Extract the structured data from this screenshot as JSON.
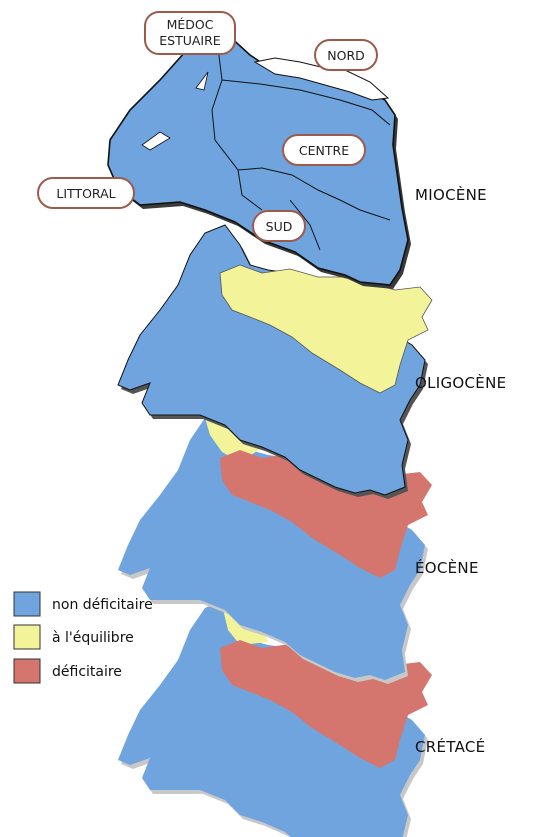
{
  "colors": {
    "non_deficitaire": "#6fa4de",
    "equilibre": "#f3f39a",
    "deficitaire": "#d4766d",
    "pill_border": "#9c5a4c",
    "outline": "#111111",
    "shadow": "#bdbdbd"
  },
  "zones": {
    "medoc_estuaire_line1": "MÉDOC",
    "medoc_estuaire_line2": "ESTUAIRE",
    "nord": "NORD",
    "centre": "CENTRE",
    "littoral": "LITTORAL",
    "sud": "SUD"
  },
  "layers": {
    "miocene": "MIOCÈNE",
    "oligocene": "OLIGOCÈNE",
    "eocene": "ÉOCÈNE",
    "cretace": "CRÉTACÉ"
  },
  "legend": {
    "non_deficitaire": "non déficitaire",
    "equilibre": "à l'équilibre",
    "deficitaire": "déficitaire"
  }
}
